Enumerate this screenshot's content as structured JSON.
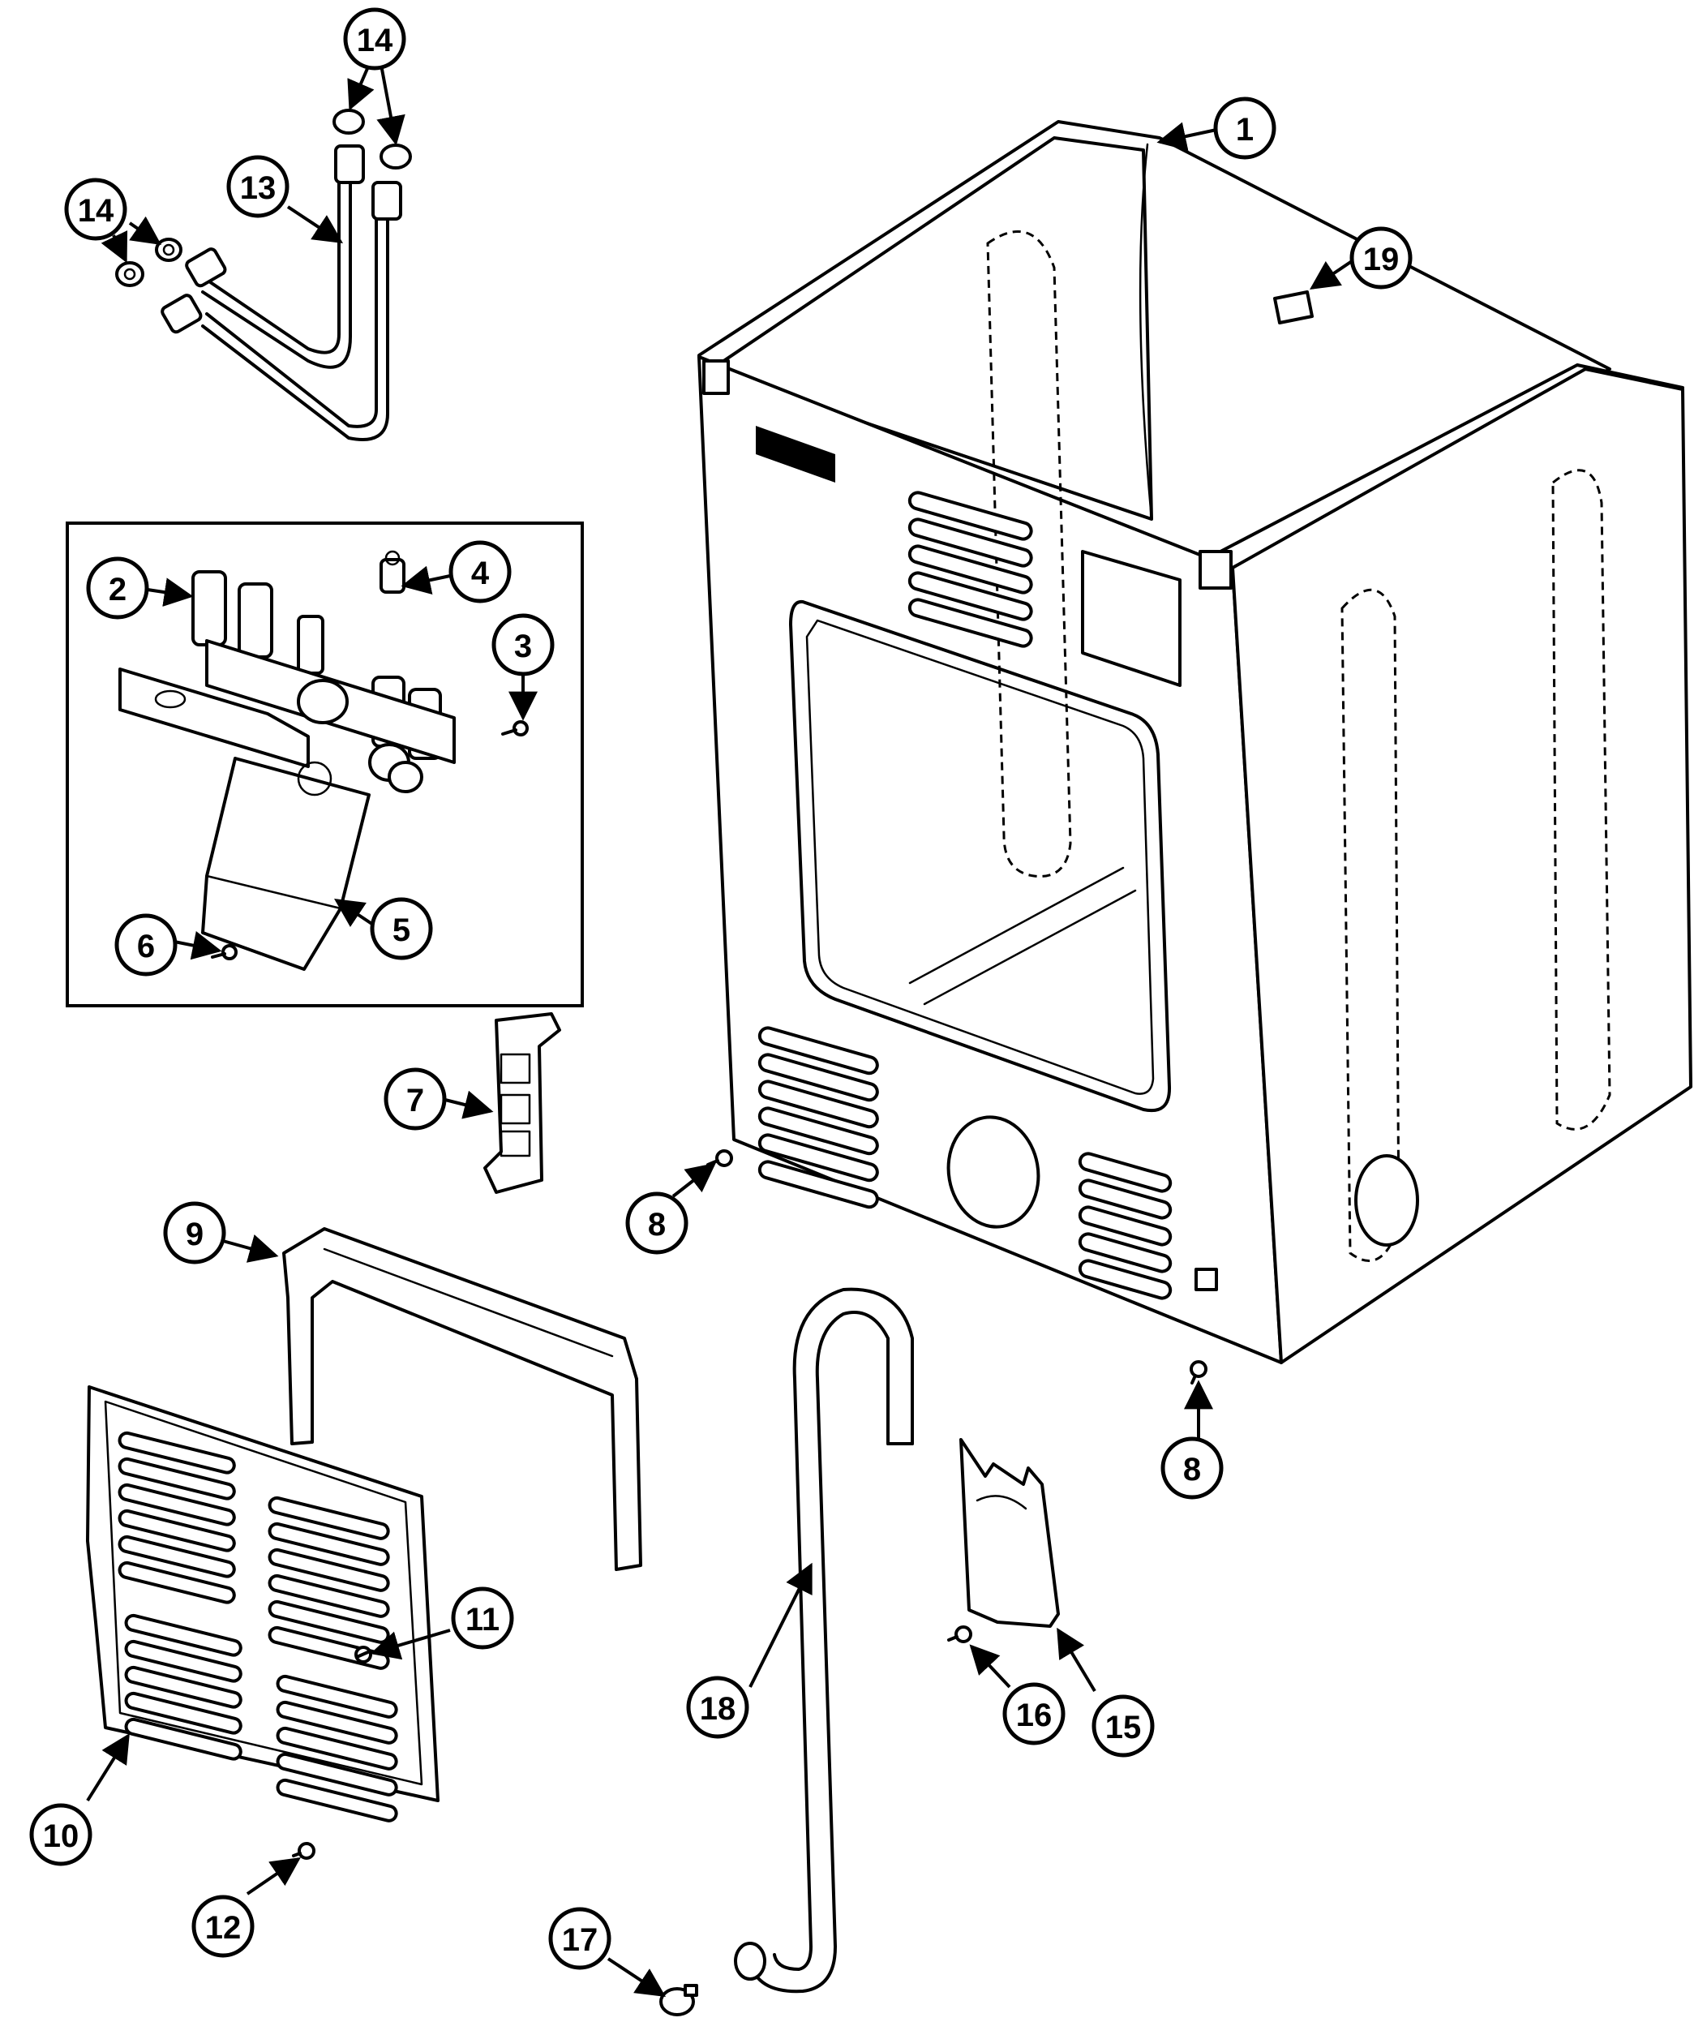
{
  "callouts": [
    {
      "id": "c1",
      "label": "1"
    },
    {
      "id": "c2",
      "label": "2"
    },
    {
      "id": "c3",
      "label": "3"
    },
    {
      "id": "c4",
      "label": "4"
    },
    {
      "id": "c5",
      "label": "5"
    },
    {
      "id": "c6",
      "label": "6"
    },
    {
      "id": "c7",
      "label": "7"
    },
    {
      "id": "c8a",
      "label": "8"
    },
    {
      "id": "c8b",
      "label": "8"
    },
    {
      "id": "c9",
      "label": "9"
    },
    {
      "id": "c10",
      "label": "10"
    },
    {
      "id": "c11",
      "label": "11"
    },
    {
      "id": "c12",
      "label": "12"
    },
    {
      "id": "c13",
      "label": "13"
    },
    {
      "id": "c14a",
      "label": "14"
    },
    {
      "id": "c14b",
      "label": "14"
    },
    {
      "id": "c15",
      "label": "15"
    },
    {
      "id": "c16",
      "label": "16"
    },
    {
      "id": "c17",
      "label": "17"
    },
    {
      "id": "c18",
      "label": "18"
    },
    {
      "id": "c19",
      "label": "19"
    }
  ]
}
